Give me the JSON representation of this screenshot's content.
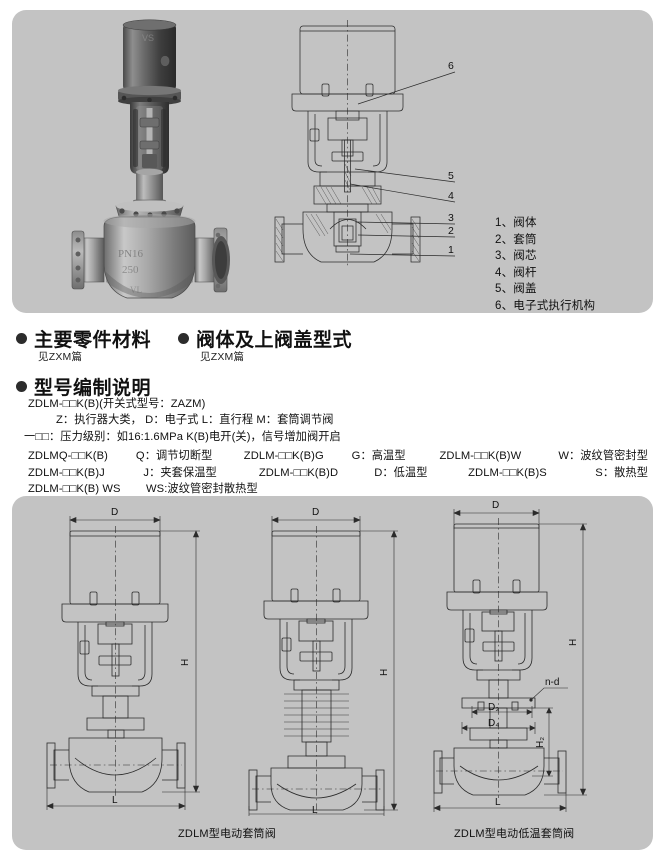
{
  "legend": {
    "items": [
      "1、阀体",
      "2、套筒",
      "3、阀芯",
      "4、阀杆",
      "5、阀盖",
      "6、电子式执行机构"
    ],
    "callout_numbers": [
      "1",
      "2",
      "3",
      "4",
      "5",
      "6"
    ]
  },
  "sections": [
    {
      "title": "主要零件材料",
      "sub": "见ZXM篇"
    },
    {
      "title": "阀体及上阀盖型式",
      "sub": "见ZXM篇"
    },
    {
      "title": "型号编制说明",
      "sub": ""
    }
  ],
  "spec": {
    "line1": "ZDLM-□□K(B)(开关式型号：ZAZM)",
    "line2": "Z：执行器大类，  D：电子式  L：直行程   M：套筒调节阀",
    "line3": "一□□：压力级别：如16:1.6MPa    K(B)电开(关)，信号增加阀开启",
    "variants": [
      {
        "c1": "ZDLMQ-□□K(B)",
        "c2": "Q：调节切断型",
        "c3": "ZDLM-□□K(B)G",
        "c4": "G：高温型",
        "c5": "ZDLM-□□K(B)W",
        "c6": "W：波纹管密封型"
      },
      {
        "c1": "ZDLM-□□K(B)J",
        "c2": "J：夹套保温型",
        "c3": "ZDLM-□□K(B)D",
        "c4": "D：低温型",
        "c5": "ZDLM-□□K(B)S",
        "c6": "S：散热型"
      },
      {
        "c1": "ZDLM-□□K(B) WS",
        "c2": "WS:波纹管密封散热型",
        "c3": "",
        "c4": "",
        "c5": "",
        "c6": ""
      }
    ]
  },
  "drawings": {
    "caption1": "ZDLM型电动套筒阀",
    "caption2": "ZDLM型电动低温套筒阀",
    "dim_labels": {
      "D": "D",
      "H": "H",
      "L": "L",
      "H2": "H₂",
      "D3": "D₃",
      "D4": "D₄",
      "nd": "n-d"
    }
  },
  "colors": {
    "panel": "#c3c3c3",
    "page": "#ffffff",
    "ink": "#1a1a1a",
    "line": "#2b2b2b"
  }
}
